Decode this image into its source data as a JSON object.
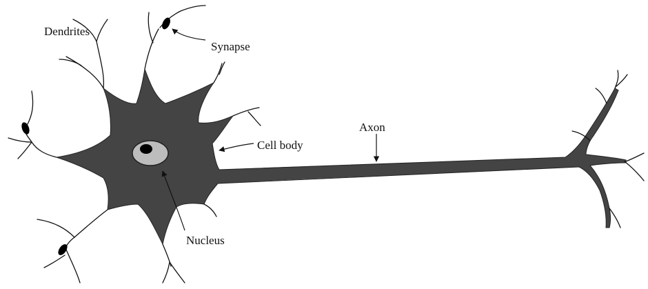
{
  "diagram": {
    "colors": {
      "body_fill": "#444444",
      "nucleus_fill": "#bdbdbd",
      "nucleolus_fill": "#000000",
      "line": "#111111",
      "background": "#ffffff"
    },
    "labels": {
      "dendrites": "Dendrites",
      "synapse": "Synapse",
      "cell_body": "Cell body",
      "axon": "Axon",
      "nucleus": "Nucleus"
    }
  }
}
